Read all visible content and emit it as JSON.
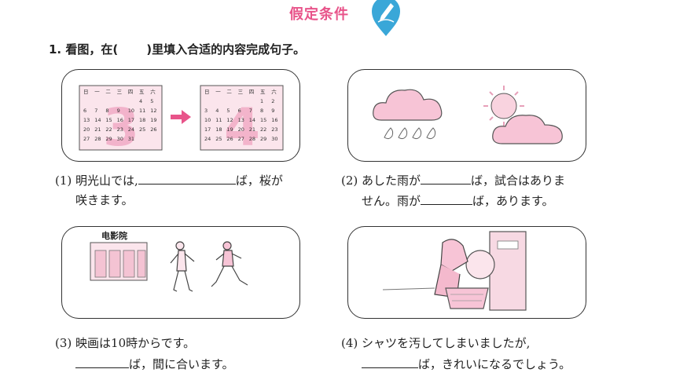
{
  "header": {
    "title": "假定条件"
  },
  "instruction": {
    "prefix": "1.  看图，在(",
    "suffix": ")里填入合适的内容完成句子。"
  },
  "panels": {
    "calendar": {
      "weekdays": [
        "日",
        "一",
        "二",
        "三",
        "四",
        "五",
        "六"
      ],
      "march_label": "3",
      "april_label": "4",
      "march_rows": [
        [
          "",
          "",
          "",
          "",
          "",
          "4",
          "5"
        ],
        [
          "6",
          "7",
          "8",
          "9",
          "10",
          "11",
          "12"
        ],
        [
          "13",
          "14",
          "15",
          "16",
          "17",
          "18",
          "19"
        ],
        [
          "20",
          "21",
          "22",
          "23",
          "24",
          "25",
          "26"
        ],
        [
          "27",
          "28",
          "29",
          "30",
          "31",
          "",
          ""
        ]
      ],
      "april_rows": [
        [
          "",
          "",
          "",
          "",
          "",
          "1",
          "2"
        ],
        [
          "3",
          "4",
          "5",
          "6",
          "7",
          "8",
          "9"
        ],
        [
          "10",
          "11",
          "12",
          "13",
          "14",
          "15",
          "16"
        ],
        [
          "17",
          "18",
          "19",
          "20",
          "21",
          "22",
          "23"
        ],
        [
          "24",
          "25",
          "26",
          "27",
          "28",
          "29",
          "30"
        ]
      ]
    },
    "cinema": {
      "sign": "电影院"
    }
  },
  "sentences": {
    "s1": {
      "num": "(1)",
      "a": "明光山では,",
      "b": "ば，桜が",
      "c": "咲きます。"
    },
    "s2": {
      "num": "(2)",
      "a": "あした雨が",
      "b": "ば，試合はありま",
      "c": "せん。雨が",
      "d": "ば，あります。"
    },
    "s3": {
      "num": "(3)",
      "a": "映画は10時からです。",
      "b": "ば，間に合います。"
    },
    "s4": {
      "num": "(4)",
      "a": "シャツを汚してしまいましたが,",
      "b": "ば，きれいになるでしょう。"
    }
  }
}
